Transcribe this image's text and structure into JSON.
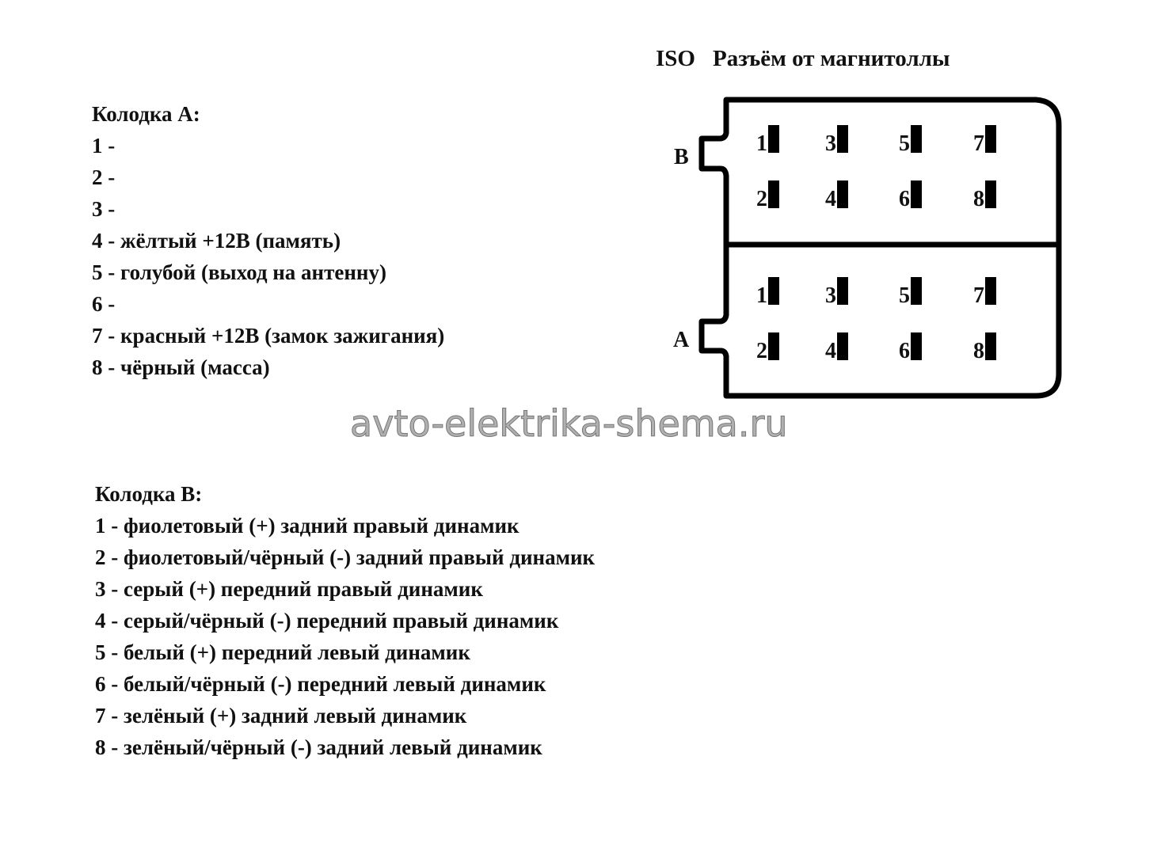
{
  "header": {
    "iso": "ISO",
    "title": "Разъём от магнитоллы"
  },
  "connector": {
    "label_b": "B",
    "label_a": "A",
    "pins_b": [
      "1",
      "2",
      "3",
      "4",
      "5",
      "6",
      "7",
      "8"
    ],
    "pins_a": [
      "1",
      "2",
      "3",
      "4",
      "5",
      "6",
      "7",
      "8"
    ]
  },
  "block_a": {
    "title": "Колодка А:",
    "lines": [
      "1 -",
      "2 -",
      "3 -",
      "4 - жёлтый +12В (память)",
      "5 - голубой (выход на антенну)",
      "6 -",
      "7 - красный +12В (замок зажигания)",
      "8 - чёрный (масса)"
    ]
  },
  "watermark": "avto-elektrika-shema.ru",
  "block_b": {
    "title": "Колодка В:",
    "lines": [
      "1 - фиолетовый (+) задний правый динамик",
      "2 - фиолетовый/чёрный (-) задний правый динамик",
      "3 - серый (+) передний правый динамик",
      "4 - серый/чёрный (-) передний правый динамик",
      "5 - белый (+) передний левый динамик",
      "6 - белый/чёрный (-) передний левый динамик",
      "7 - зелёный (+) задний левый динамик",
      "8 - зелёный/чёрный (-) задний левый динамик"
    ]
  }
}
